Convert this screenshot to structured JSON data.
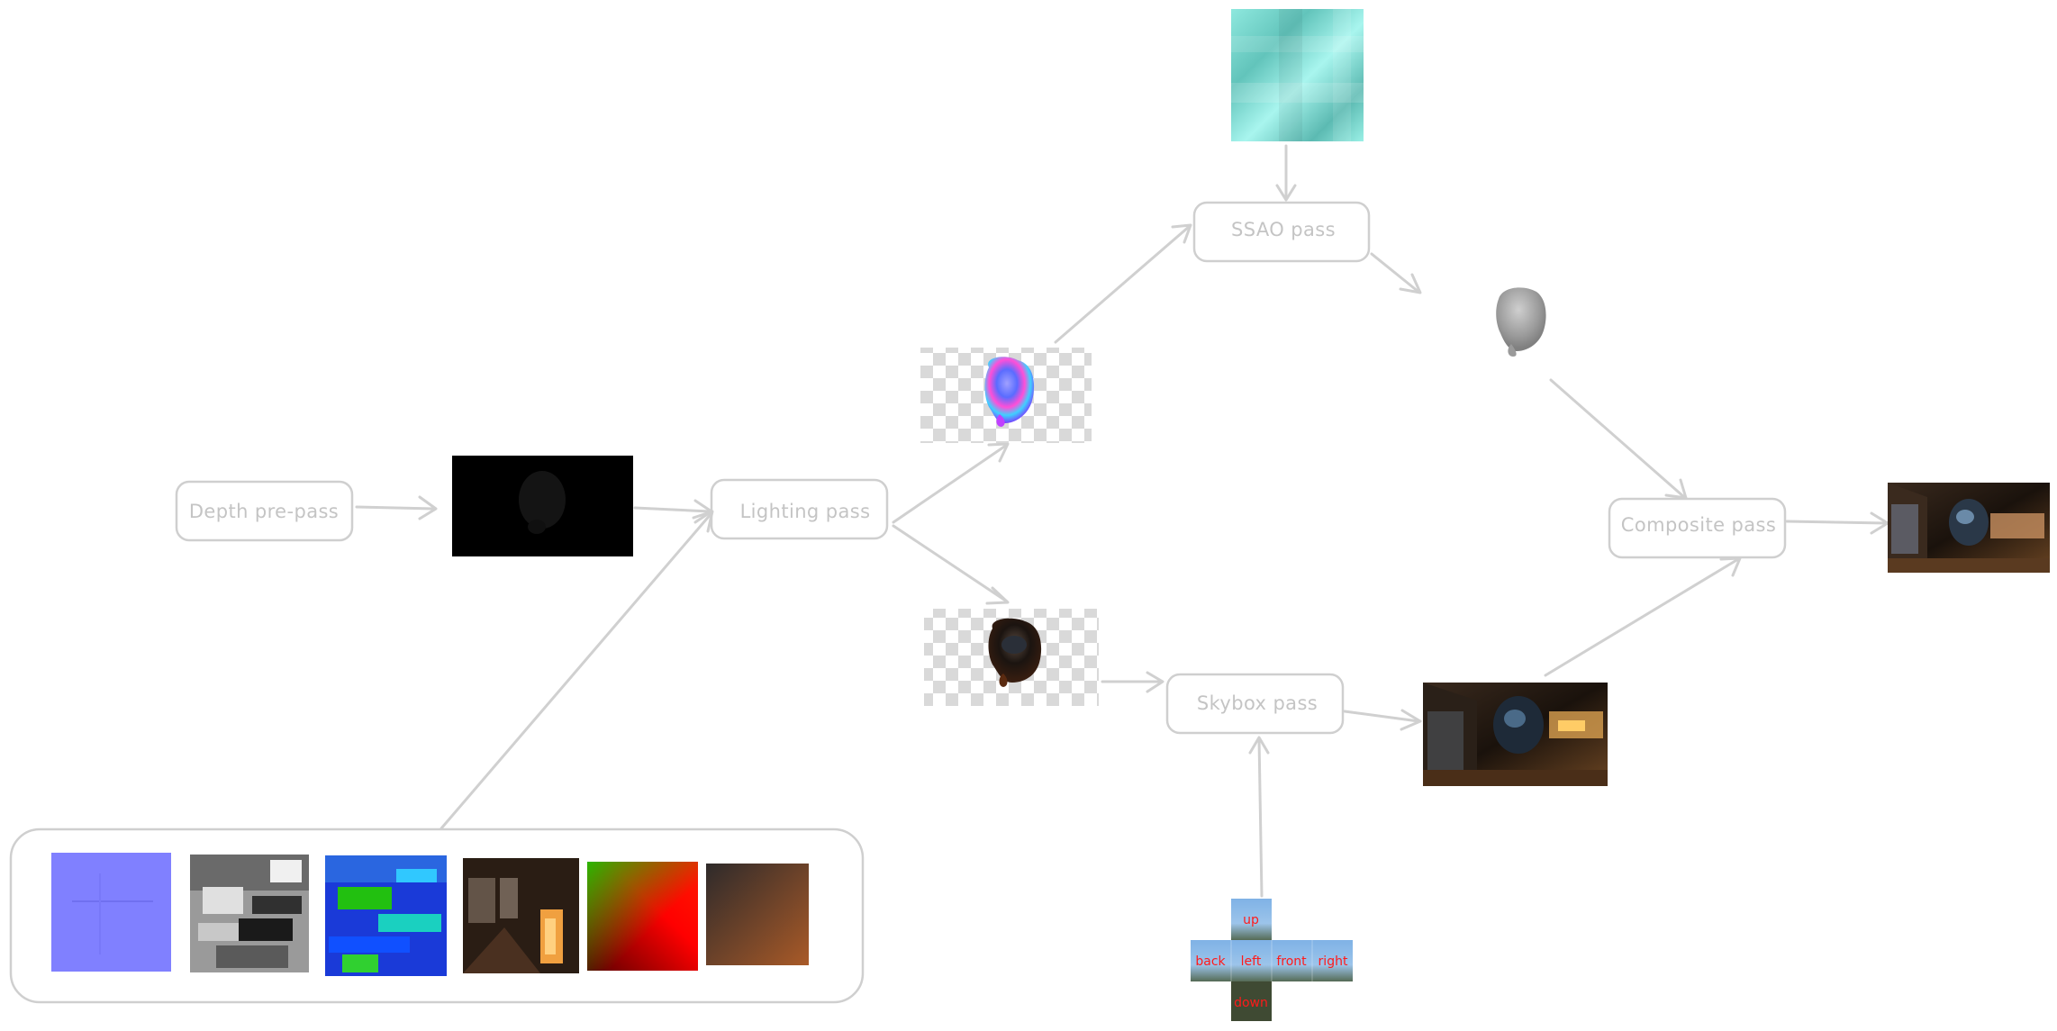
{
  "nodes": {
    "depth_prepass": "Depth pre-pass",
    "lighting_pass": "Lighting pass",
    "ssao_pass": "SSAO pass",
    "skybox_pass": "Skybox pass",
    "composite_pass": "Composite pass"
  },
  "cubemap_faces": {
    "up": "up",
    "back": "back",
    "left": "left",
    "front": "front",
    "right": "right",
    "down": "down"
  },
  "colors": {
    "node_stroke": "#cfcfcf",
    "node_text": "#c4c4c4",
    "arrow": "#d0d0d0",
    "cube_label": "#ff1a1a"
  },
  "images": [
    "depth-buffer-image",
    "normals-image",
    "lit-helmet-image",
    "ssao-noise-texture",
    "ssao-result-image",
    "skybox-result-image",
    "final-composite-image",
    "skybox-cubemap",
    "normal-map-texture",
    "albedo-texture",
    "metal-roughness-texture",
    "environment-texture",
    "brdf-lut-texture",
    "gradient-texture"
  ]
}
